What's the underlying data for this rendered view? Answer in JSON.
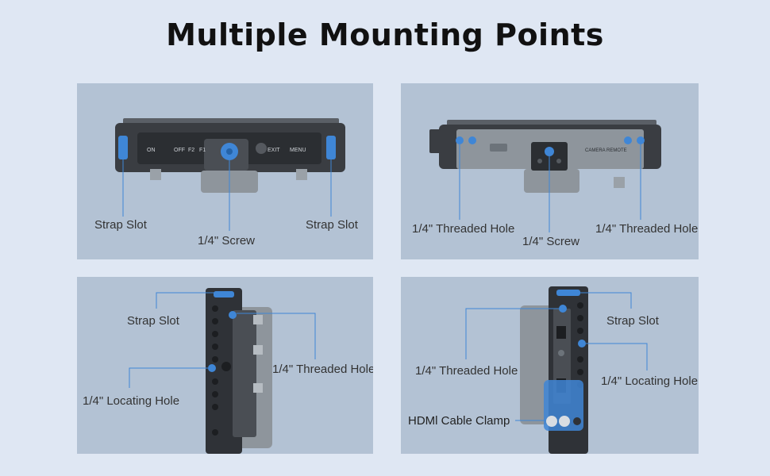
{
  "heading": "Multiple Mounting Points",
  "colors": {
    "accent_blue": "#3f86d6",
    "panel_bg": "#b3c2d4",
    "page_bg": "#dfe7f3",
    "device_dark": "#3a3d42",
    "device_grey": "#8e959c"
  },
  "panels": {
    "top_left": {
      "labels": {
        "strap_slot_left": "Strap Slot",
        "screw": "1/4\" Screw",
        "strap_slot_right": "Strap Slot"
      },
      "device_text": {
        "on": "ON",
        "off": "OFF",
        "f1": "F1",
        "f2": "F2",
        "exit": "EXIT",
        "menu": "MENU"
      }
    },
    "top_right": {
      "labels": {
        "threaded_left": "1/4\" Threaded Hole",
        "screw": "1/4\" Screw",
        "threaded_right": "1/4\" Threaded Hole"
      },
      "device_text": {
        "camera_remote": "CAMERA REMOTE"
      }
    },
    "bottom_left": {
      "labels": {
        "strap_slot": "Strap Slot",
        "threaded": "1/4\" Threaded Hole",
        "locating": "1/4\" Locating Hole"
      }
    },
    "bottom_right": {
      "labels": {
        "strap_slot": "Strap Slot",
        "threaded": "1/4\" Threaded Hole",
        "locating": "1/4\" Locating Hole",
        "hdmi_clamp": "HDMl Cable Clamp"
      }
    }
  }
}
